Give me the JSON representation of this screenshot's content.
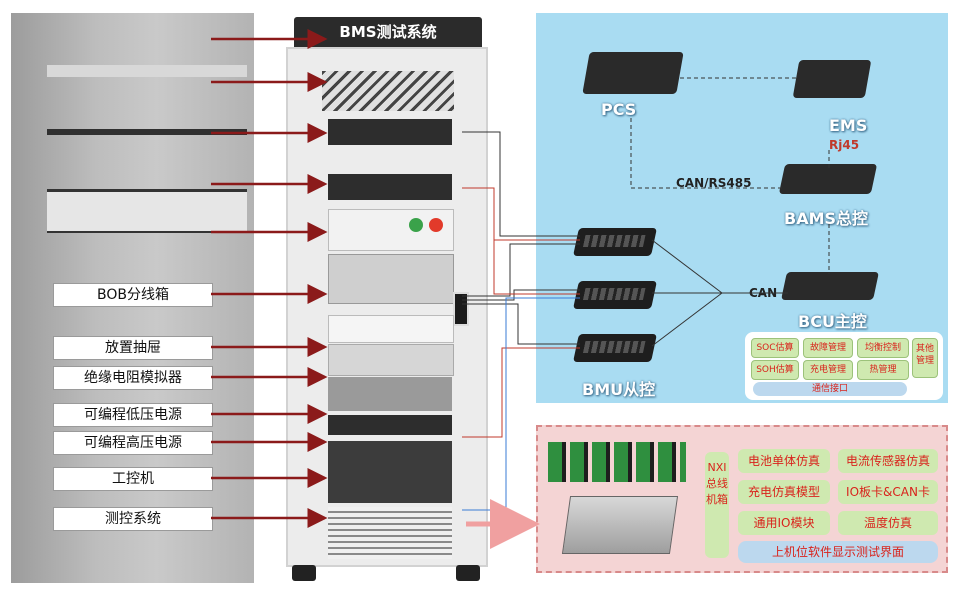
{
  "cabinet": {
    "title": "BMS测试系统"
  },
  "left_labels": [
    "BOB分线箱",
    "放置抽屉",
    "绝缘电阻模拟器",
    "可编程低压电源",
    "可编程高压电源",
    "工控机",
    "测控系统"
  ],
  "topology": {
    "pcs": "PCS",
    "ems": "EMS",
    "rj45": "Rj45",
    "can_rs485": "CAN/RS485",
    "bams": "BAMS总控",
    "can": "CAN",
    "bcu": "BCU主控",
    "bmu": "BMU从控"
  },
  "bcu_functions": {
    "items": [
      "SOC估算",
      "故障管理",
      "均衡控制",
      "SOH估算",
      "充电管理",
      "热管理"
    ],
    "other": "其他管理",
    "comm": "通信接口"
  },
  "nxi": {
    "label": "NXI总线机箱",
    "items": [
      "电池单体仿真",
      "电流传感器仿真",
      "充电仿真模型",
      "IO板卡&CAN卡",
      "通用IO模块",
      "温度仿真"
    ],
    "software": "上机位软件显示测试界面"
  },
  "colors": {
    "arrow": "#8b1a1a",
    "accent_text": "#d9231c",
    "blue_panel": "#a9dcf2",
    "pink_panel": "#f4d4d4",
    "green_btn": "#cfe9b0"
  }
}
